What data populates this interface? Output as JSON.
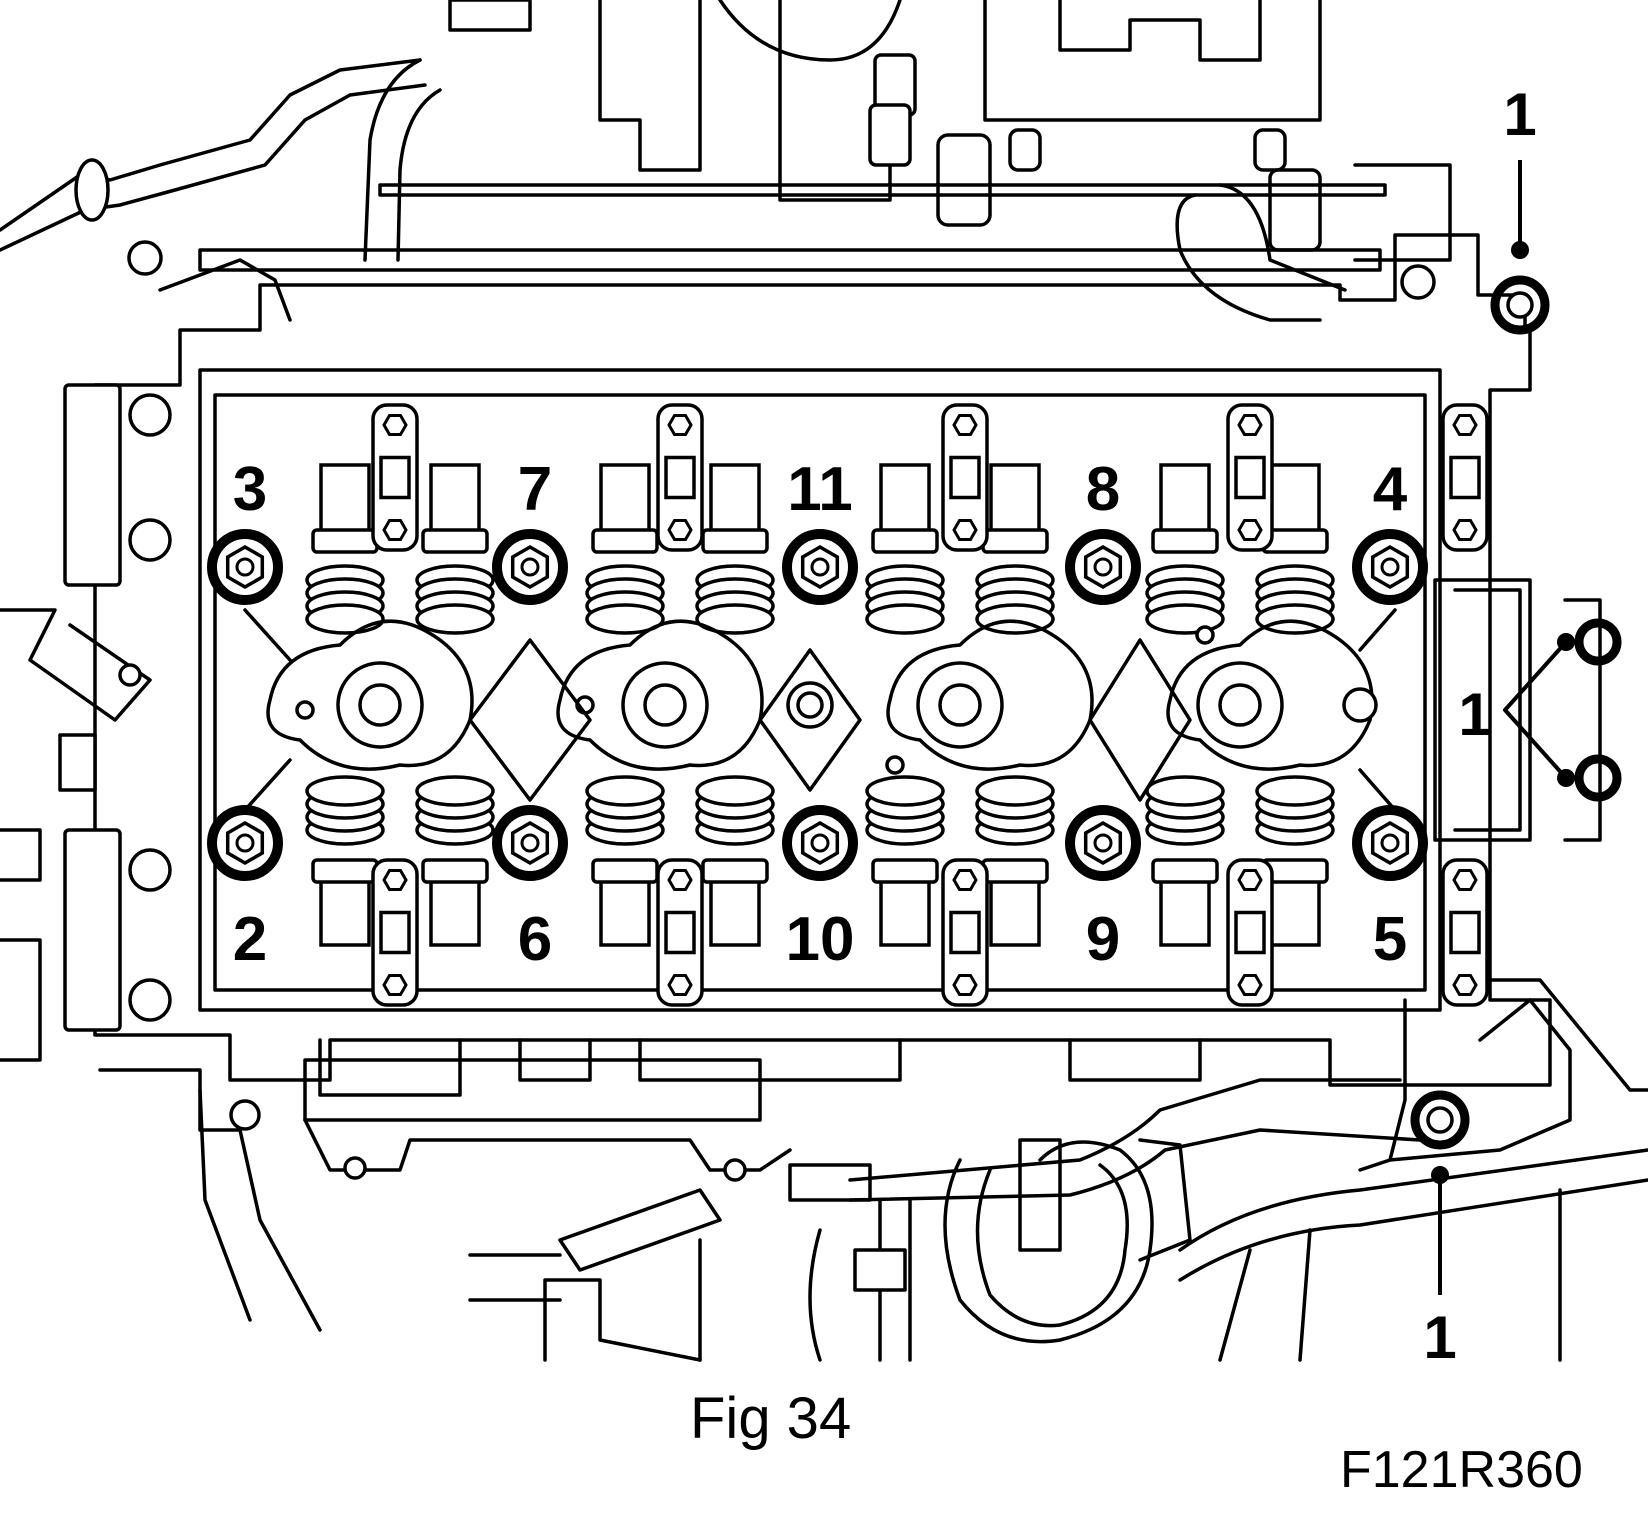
{
  "figure": {
    "caption": "Fig 34",
    "code": "F121R360"
  },
  "bolts": [
    {
      "id": "3",
      "label": "3",
      "row": "upper"
    },
    {
      "id": "7",
      "label": "7",
      "row": "upper"
    },
    {
      "id": "11",
      "label": "11",
      "row": "upper"
    },
    {
      "id": "8",
      "label": "8",
      "row": "upper"
    },
    {
      "id": "4",
      "label": "4",
      "row": "upper"
    },
    {
      "id": "2",
      "label": "2",
      "row": "lower"
    },
    {
      "id": "6",
      "label": "6",
      "row": "lower"
    },
    {
      "id": "10",
      "label": "10",
      "row": "lower"
    },
    {
      "id": "9",
      "label": "9",
      "row": "lower"
    },
    {
      "id": "5",
      "label": "5",
      "row": "lower"
    }
  ],
  "callouts": [
    {
      "id": "top-right",
      "label": "1"
    },
    {
      "id": "right-middle",
      "label": "1"
    },
    {
      "id": "bottom-right",
      "label": "1"
    }
  ]
}
